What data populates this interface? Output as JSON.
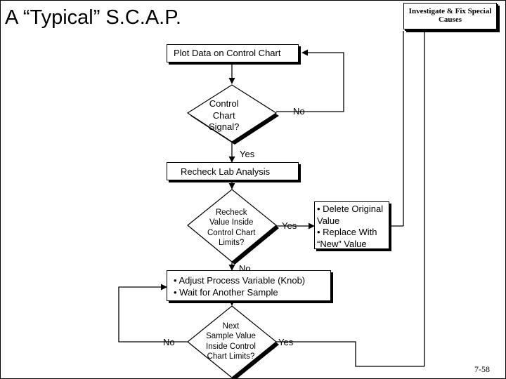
{
  "title": "A “Typical” S.C.A.P.",
  "fix_box": "Investigate & Fix Special Causes",
  "steps": {
    "plot": "Plot Data on Control Chart",
    "signal_q": [
      "Control",
      "Chart",
      "Signal?"
    ],
    "recheck": "Recheck Lab Analysis",
    "inside_q": [
      "Recheck",
      "Value Inside",
      "Control Chart",
      "Limits?"
    ],
    "delete_items": [
      "• Delete Original",
      "   Value",
      "• Replace With",
      "   “New” Value"
    ],
    "adjust_items": [
      "• Adjust Process Variable (Knob)",
      "• Wait for Another Sample"
    ],
    "next_q": [
      "Next",
      "Sample Value",
      "Inside Control",
      "Chart Limits?"
    ]
  },
  "labels": {
    "no_1": "No",
    "yes_1": "Yes",
    "yes_2": "Yes",
    "no_2": "No",
    "no_3": "No",
    "yes_3": "Yes"
  },
  "page_number": "7-58"
}
